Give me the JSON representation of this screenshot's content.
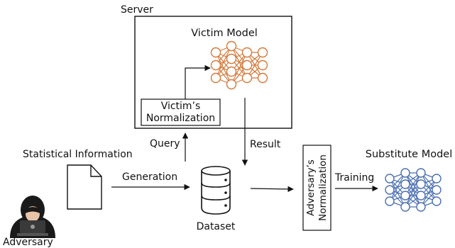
{
  "server": {
    "label": "Server"
  },
  "victim_model": {
    "label": "Victim Model",
    "color": "#d4793a",
    "layers": [
      3,
      4,
      3,
      3
    ]
  },
  "victim_normalization": {
    "line1": "Victim’s",
    "line2": "Normalization"
  },
  "labels": {
    "query": "Query",
    "result": "Result",
    "statistical_information": "Statistical Information",
    "generation": "Generation",
    "dataset": "Dataset",
    "training": "Training",
    "adversary": "Adversary"
  },
  "adversary_normalization": {
    "line1": "Adversary’s",
    "line2": "Normalization"
  },
  "substitute_model": {
    "label": "Substitute Model",
    "color": "#4a6fb0",
    "layers": [
      3,
      4,
      4,
      3
    ]
  },
  "colors": {
    "stroke": "#111111"
  }
}
